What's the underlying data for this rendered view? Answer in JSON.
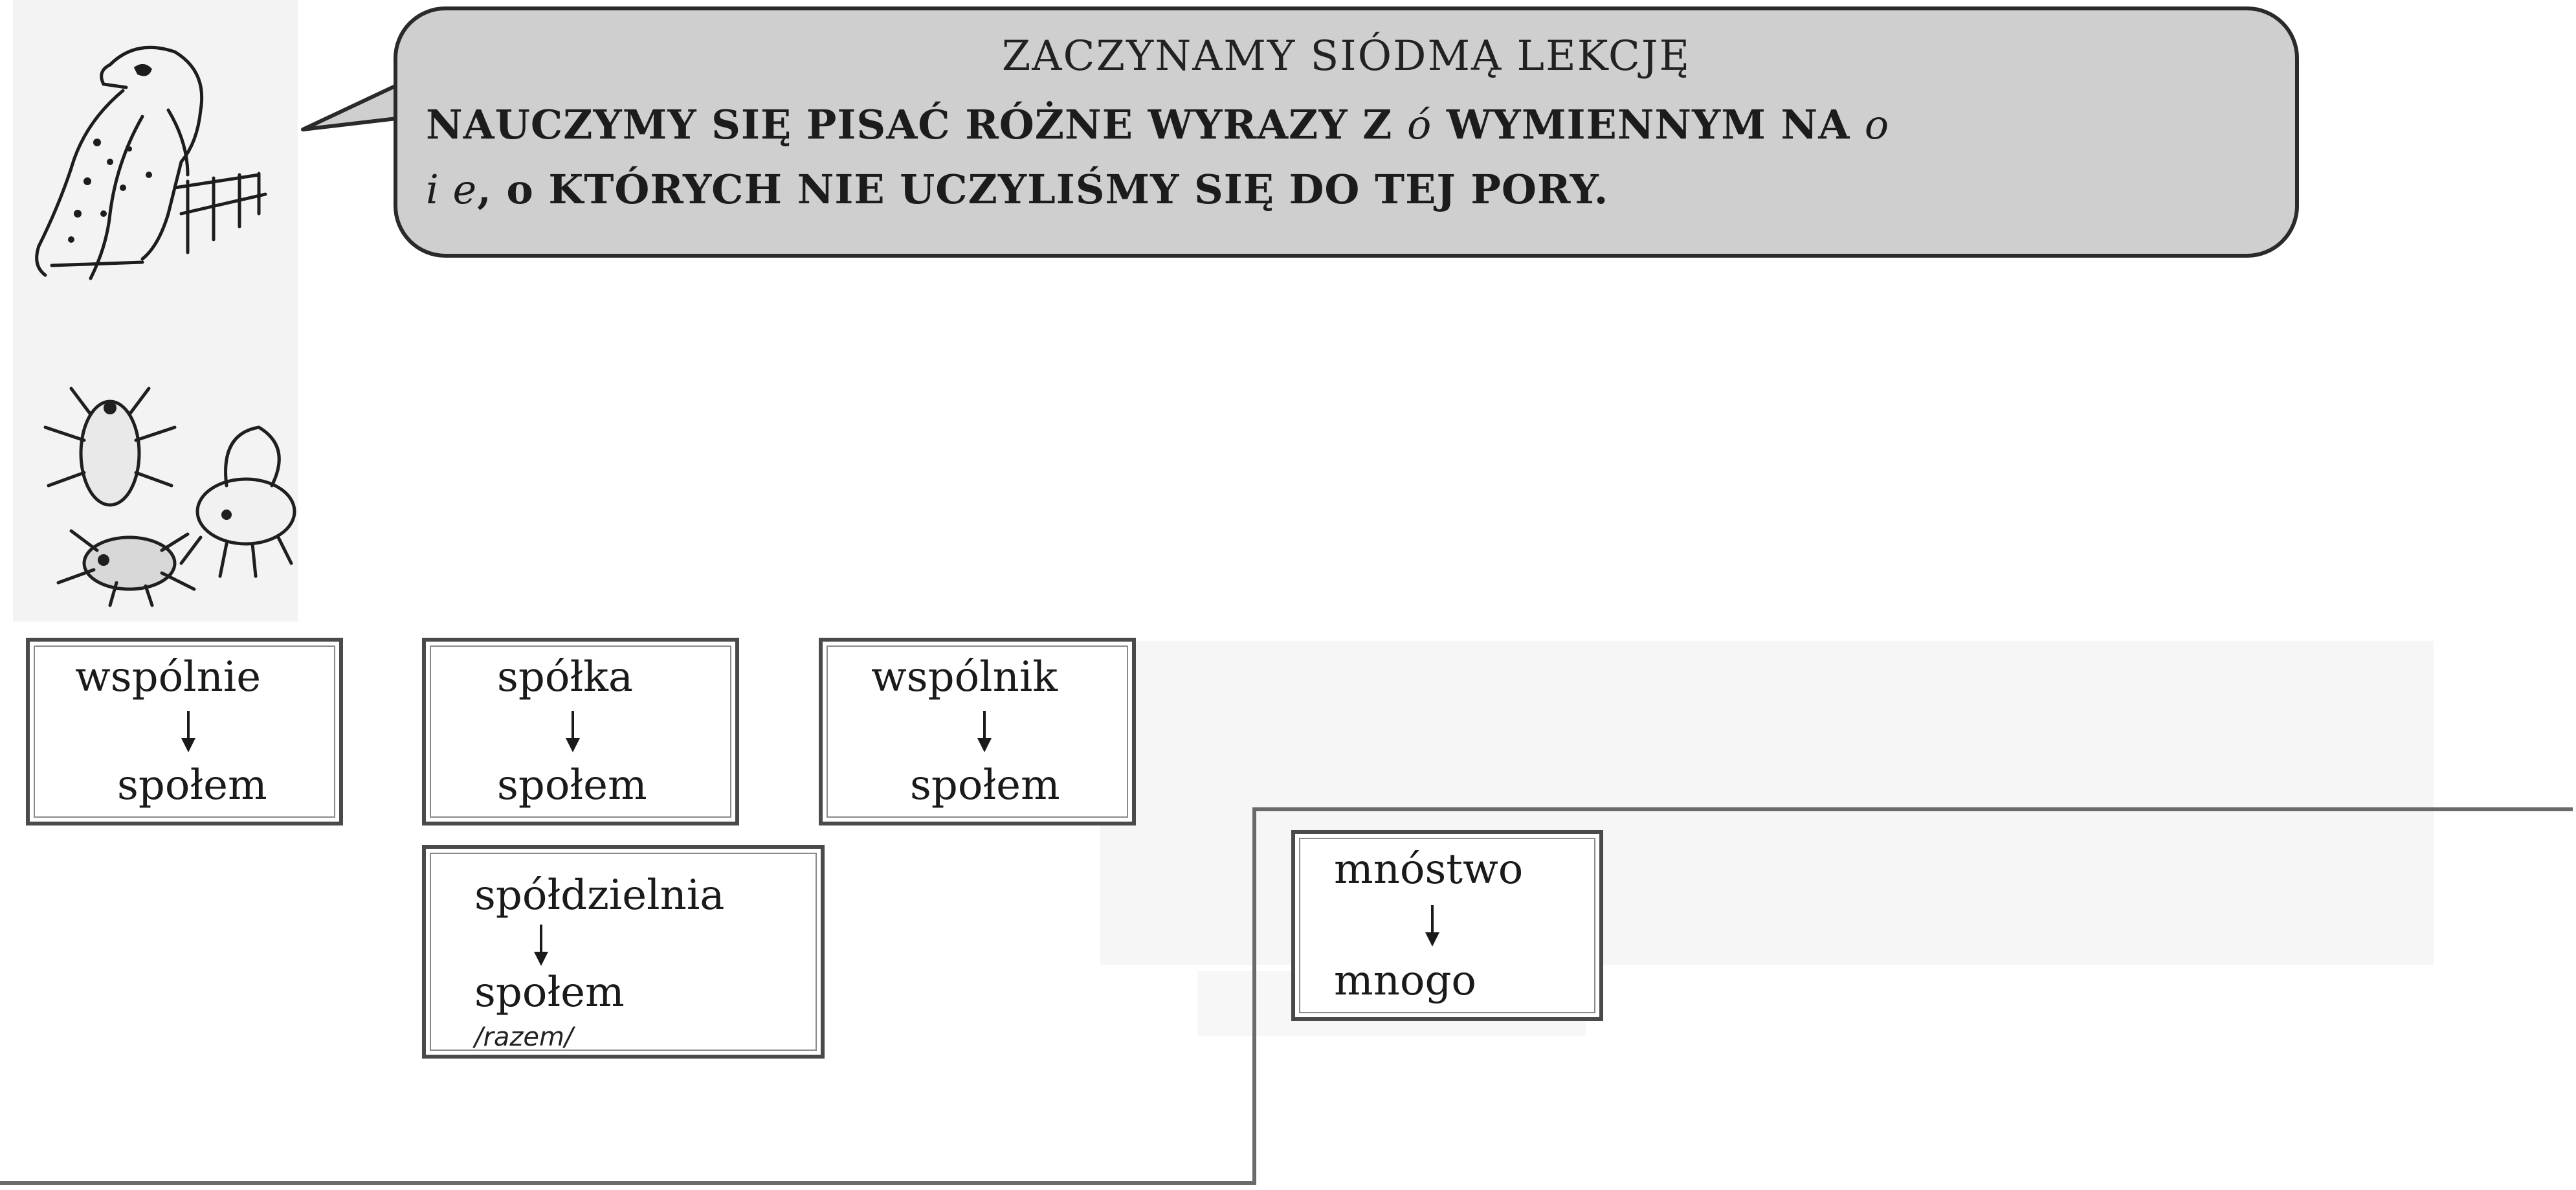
{
  "bubble": {
    "title": "ZACZYNAMY SIÓDMĄ LEKCJĘ",
    "line1_part1": "NAUCZYMY SIĘ PISAĆ RÓŻNE WYRAZY Z ",
    "line1_letter": "ó",
    "line1_part2": " WYMIENNYM NA ",
    "line1_letter2": "o",
    "line2_letter": "i e",
    "line2_rest": ", o KTÓRYCH NIE UCZYLIŚMY SIĘ DO TEJ PORY."
  },
  "word_boxes": [
    {
      "top": "wspólnie",
      "bottom": "społem"
    },
    {
      "top": "spółka",
      "bottom": "społem"
    },
    {
      "top": "wspólnik",
      "bottom": "społem"
    },
    {
      "top": "spółdzielnia",
      "bottom": "społem",
      "note": "/razem/"
    },
    {
      "top": "mnóstwo",
      "bottom": "mnogo"
    }
  ],
  "icons": {
    "bird": "falcon-illustration",
    "insects": "insects-illustration",
    "arrow": "arrow-down-icon"
  },
  "colors": {
    "bubble_fill": "#cfcfcf",
    "border": "#4a4a4a",
    "text": "#1b1b1b"
  }
}
